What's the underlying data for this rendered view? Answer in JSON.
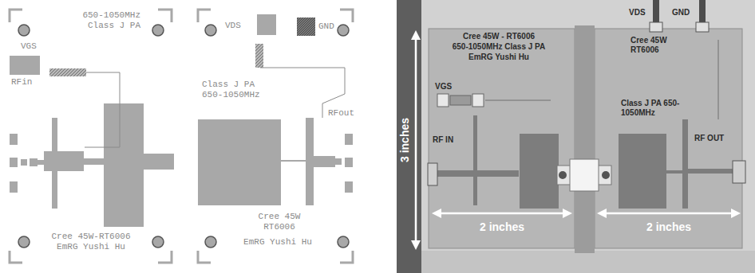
{
  "diagram": {
    "labels": [
      "650-1050MHz Class J PA",
      "VGS",
      "VDS",
      "GND",
      "RFin",
      "Class J PA 650-1050MHz",
      "RFout",
      "Cree 45W-RT6006 EmRG Yushi Hu",
      "Cree 45W RT6006",
      "EmRG Yushi Hu",
      "3 inches",
      "Cree 45W - RT6006",
      "650-1050MHz Class J PA",
      "EmRG Yushi Hu",
      "VGS",
      "RF IN",
      "VDS",
      "GND",
      "Cree 45W RT6006",
      "Class J PA 650-1050MHz",
      "RF OUT",
      "2 inches",
      "2 inches"
    ]
  }
}
